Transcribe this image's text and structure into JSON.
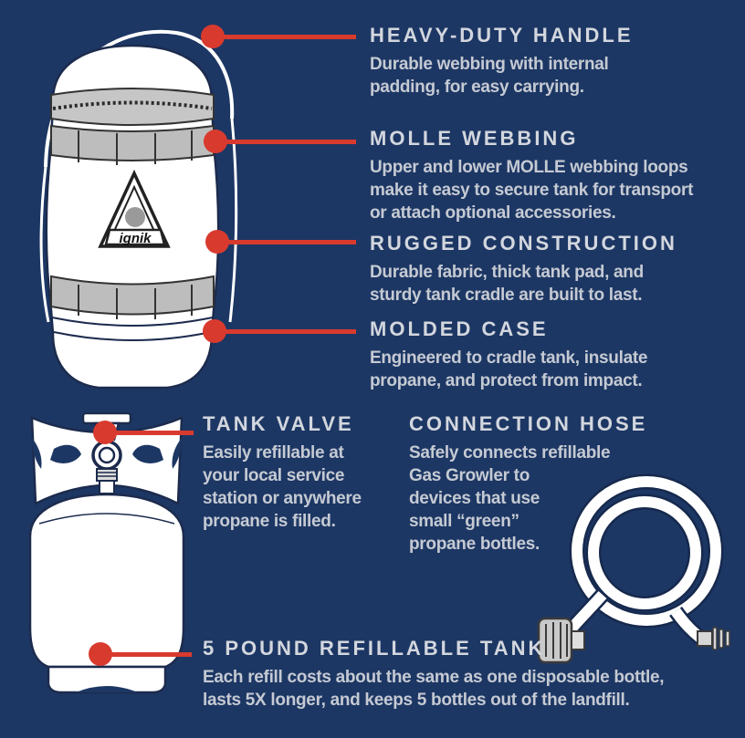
{
  "colors": {
    "background": "#1d3764",
    "accent_red": "#d93a2e",
    "title_text": "#d3d7de",
    "body_text": "#c5cad3",
    "illustration_fill": "#ffffff",
    "illustration_outline": "#1c2b4d",
    "webbing_gray": "#bdbdbd"
  },
  "logo_text": "ignik",
  "top_callouts": [
    {
      "title": "HEAVY-DUTY HANDLE",
      "body": "Durable webbing with internal\npadding, for easy carrying."
    },
    {
      "title": "MOLLE WEBBING",
      "body": "Upper and lower MOLLE webbing loops\nmake it easy to secure tank for transport\nor attach optional accessories."
    },
    {
      "title": "RUGGED CONSTRUCTION",
      "body": "Durable fabric, thick tank pad, and\nsturdy tank cradle are built to last."
    },
    {
      "title": "MOLDED CASE",
      "body": "Engineered to cradle tank, insulate\npropane, and protect from impact."
    }
  ],
  "bottom_callouts": [
    {
      "title": "TANK VALVE",
      "body": "Easily refillable at\nyour local service\nstation or anywhere\npropane is filled."
    },
    {
      "title": "CONNECTION HOSE",
      "body": "Safely connects refillable\nGas Growler to\ndevices that use\nsmall “green”\npropane bottles."
    },
    {
      "title": "5 POUND REFILLABLE TANK",
      "body": "Each refill costs about the same as one disposable bottle,\nlasts 5X longer, and keeps 5 bottles out of the landfill."
    }
  ]
}
